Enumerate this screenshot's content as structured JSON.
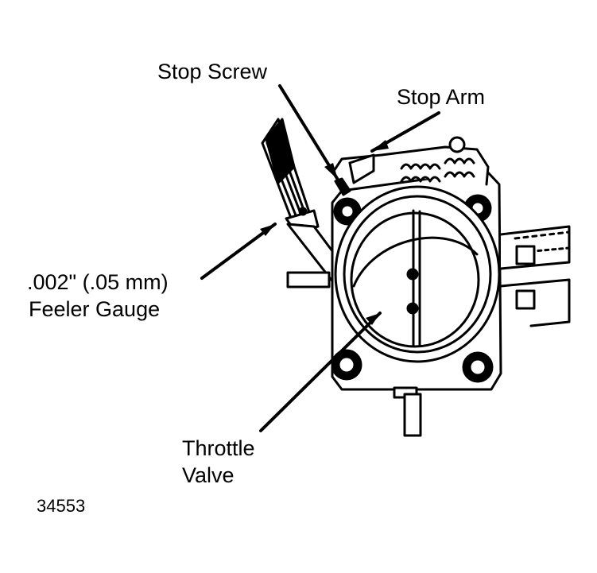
{
  "labels": {
    "stop_screw": "Stop Screw",
    "stop_arm": "Stop Arm",
    "feeler_gauge_line1": ".002\" (.05 mm)",
    "feeler_gauge_line2": "Feeler Gauge",
    "throttle_valve_line1": "Throttle",
    "throttle_valve_line2": "Valve"
  },
  "figure_number": "34553",
  "colors": {
    "ink": "#000000",
    "paper": "#ffffff"
  }
}
